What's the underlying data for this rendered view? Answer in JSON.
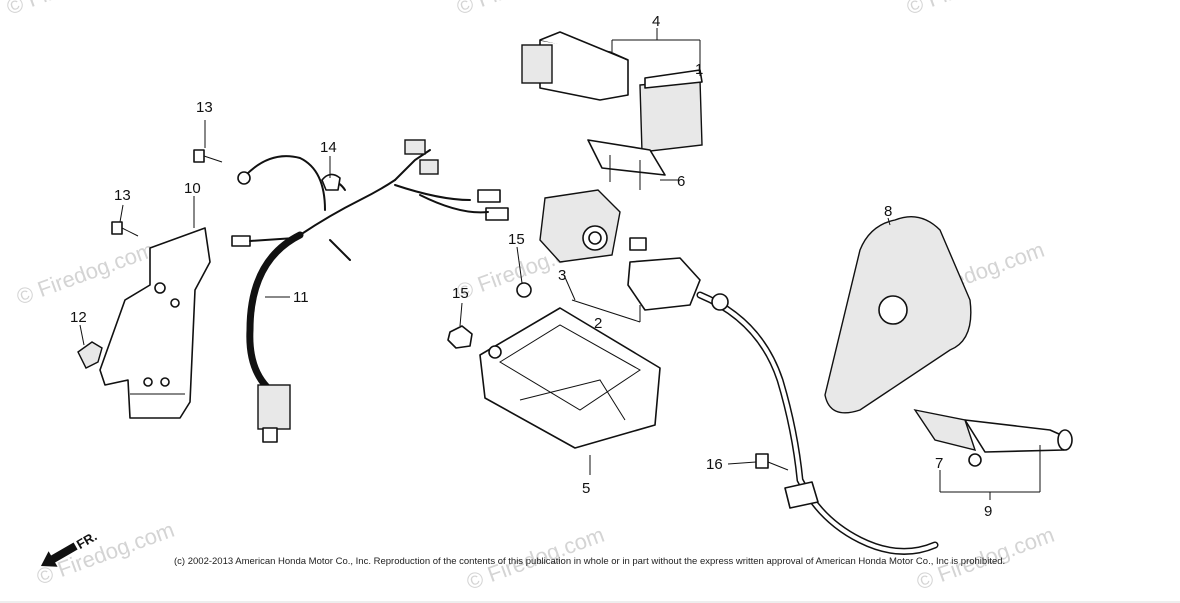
{
  "diagram": {
    "callouts": {
      "c1": "1",
      "c2": "2",
      "c3": "3",
      "c4": "4",
      "c5": "5",
      "c6": "6",
      "c7": "7",
      "c8": "8",
      "c9": "9",
      "c10": "10",
      "c11": "11",
      "c12": "12",
      "c13a": "13",
      "c13b": "13",
      "c14": "14",
      "c15a": "15",
      "c15b": "15",
      "c16": "16"
    },
    "direction_label": "FR.",
    "watermark_text": "© Firedog.com",
    "copyright": "(c) 2002-2013 American Honda Motor Co., Inc. Reproduction of the contents of this publication in whole or in part without the express written approval of American Honda Motor Co., Inc is prohibited."
  }
}
